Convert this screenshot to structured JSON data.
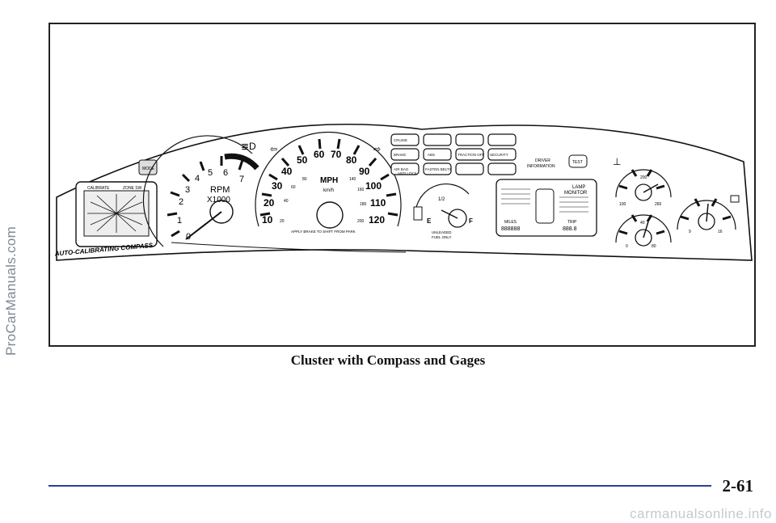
{
  "watermark": "ProCarManuals.com",
  "figure": {
    "compass": {
      "label": "AUTO-CALIBRATING COMPASS",
      "calibrate": "CALIBRATE",
      "zone": "ZONE SW",
      "mode": "MODE"
    },
    "tach": {
      "label": "RPM",
      "sublabel": "X1000",
      "ticks": [
        "0",
        "1",
        "2",
        "3",
        "4",
        "5",
        "6",
        "7"
      ]
    },
    "speedo": {
      "mph_ticks": [
        "10",
        "20",
        "30",
        "40",
        "50",
        "60",
        "70",
        "80",
        "90",
        "100",
        "110",
        "120"
      ],
      "unit_mph": "MPH",
      "unit_kmh": "km/h",
      "kmh_ticks": [
        "20",
        "40",
        "60",
        "80",
        "140",
        "160",
        "180",
        "200"
      ],
      "warning": "APPLY BRAKE TO SHIFT FROM PARK"
    },
    "fuel": {
      "half": "1/2",
      "e": "E",
      "f": "F",
      "label1": "UNLEADED",
      "label2": "FUEL ONLY"
    },
    "indicators": [
      "CRUISE",
      "BRAKE",
      "ABS",
      "TRACTION OFF",
      "SECURITY",
      "AIR BAG",
      "FASTEN BELTS",
      "ANTI LOCK"
    ],
    "driver_info": {
      "label1": "DRIVER",
      "label2": "INFORMATION",
      "test": "TEST"
    },
    "lamp_monitor": {
      "title1": "LAMP",
      "title2": "MONITOR",
      "miles": "MILES",
      "trip": "TRIP",
      "odo": "888888",
      "trip_val": "888.8"
    },
    "temp": {
      "low": "100",
      "high": "260",
      "mid": "200"
    },
    "oil": {
      "low": "0",
      "high": "80",
      "mid": "40"
    },
    "volts": {
      "low": "9",
      "high": "16"
    }
  },
  "caption": "Cluster with Compass and Gages",
  "page_number": "2-61",
  "footer": "carmanualsonline.info"
}
